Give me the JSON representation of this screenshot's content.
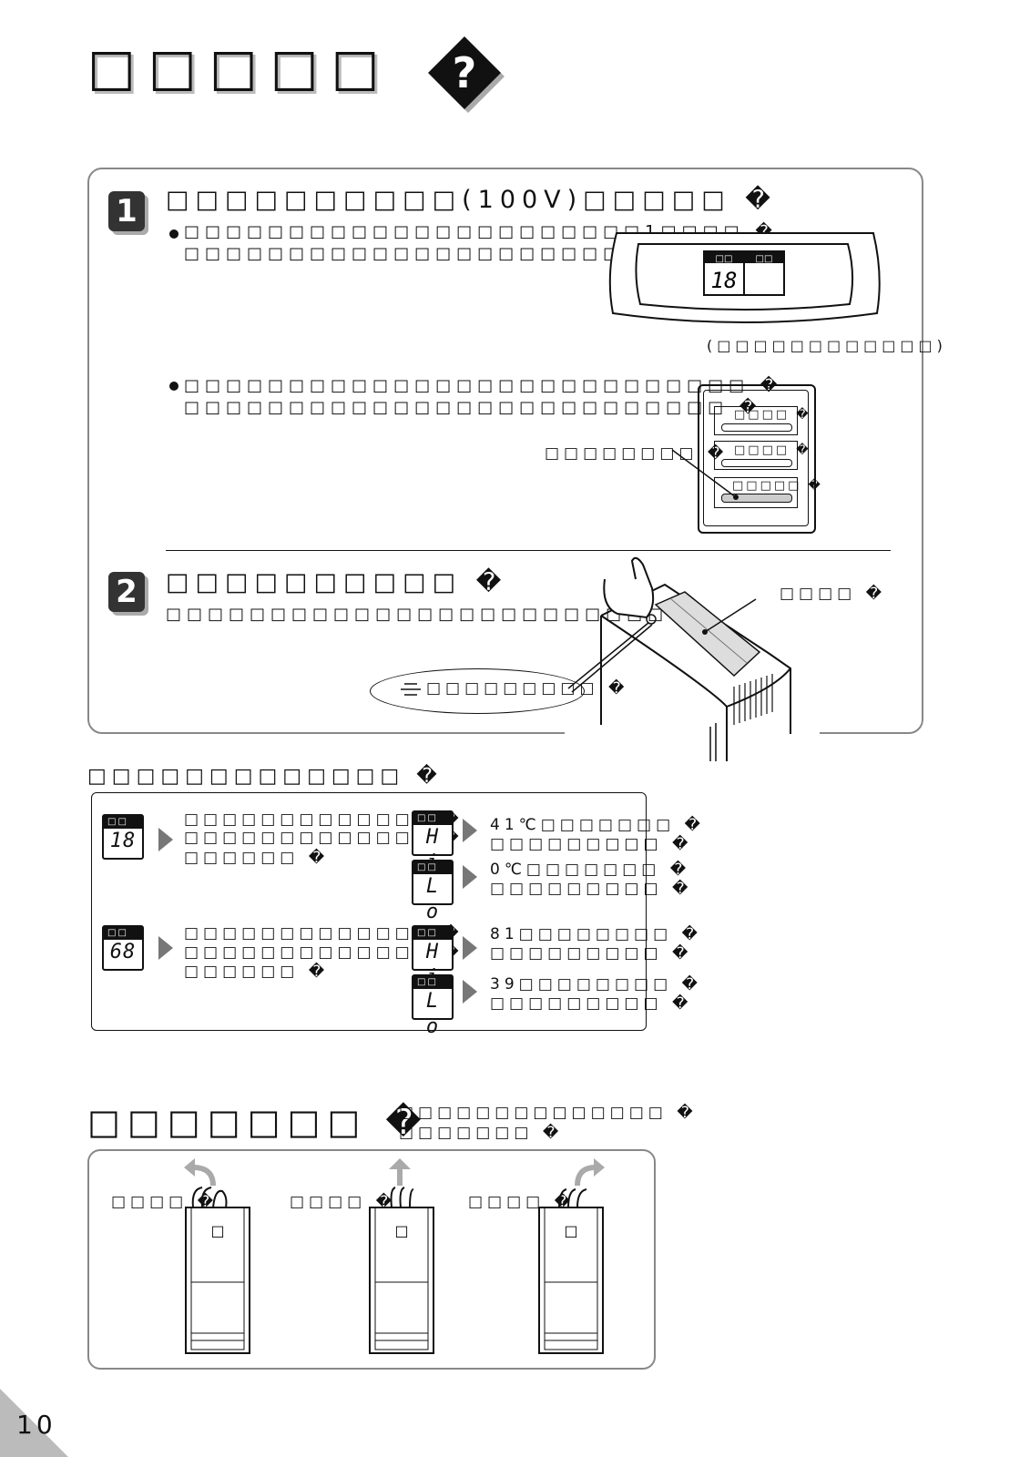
{
  "page": {
    "title": "□□□□□",
    "title_mark": "?",
    "page_number": "10"
  },
  "step1": {
    "badge": "1",
    "heading": "□□□□□□□□□□(100V)□□□□□ �",
    "bullet1": [
      "□□□□□□□□□□□□□□□□□□□□□□1□□□□ �",
      "□□□□□□□□□□□□□□□□□□□□□□□□□□□□□ �"
    ],
    "display": {
      "label_left": "□□",
      "label_right": "□□",
      "value": "18"
    },
    "display_caption": "(□□□□□□□□□□□□)",
    "bullet2": [
      "□□□□□□□□□□□□□□□□□□□□□□□□□□□ �",
      "□□□□□□□□□□□□□□□□□□□□□□□□□□ �"
    ],
    "panel_buttons": [
      "□□□□ �",
      "□□□□ �",
      "□□□□□ �"
    ],
    "panel_callout": "□□□□□□□□ �"
  },
  "step2": {
    "badge": "2",
    "heading": "□□□□□□□□□□ �",
    "body": "□□□□□□□□□□□□□□□□□□□□□□□□ �",
    "callout_right": "□□□□ �",
    "callout_oval": "□□□□□□□□□ �"
  },
  "display_table": {
    "heading": "□□□□□□□□□□□□□ �",
    "left": [
      {
        "bar": "□□",
        "value": "18",
        "lines": [
          "□□□□□□□□□□□□□ �",
          "□□□□□□□□□□□□□ �",
          "□□□□□□ �"
        ]
      },
      {
        "bar": "□□",
        "value": "68",
        "lines": [
          "□□□□□□□□□□□□□ �",
          "□□□□□□□□□□□□□ �",
          "□□□□□□ �"
        ]
      }
    ],
    "right": [
      {
        "bar": "□□",
        "value": "H i",
        "lines": [
          "41℃□□□□□□□ �",
          "□□□□□□□□□ �"
        ]
      },
      {
        "bar": "□□",
        "value": "L o",
        "lines": [
          "0℃□□□□□□□ �",
          "□□□□□□□□□ �"
        ]
      },
      {
        "bar": "□□",
        "value": "H i",
        "lines": [
          "81□□□□□□□□ �",
          "□□□□□□□□□ �"
        ]
      },
      {
        "bar": "□□",
        "value": "L o",
        "lines": [
          "39□□□□□□□□ �",
          "□□□□□□□□□ �"
        ]
      }
    ]
  },
  "airflow": {
    "heading": "□□□□□□□ �",
    "note": [
      "□□□□□□□□□□□□□□ �",
      "□□□□□□□ �"
    ],
    "units": [
      {
        "label": "□□□□ �",
        "unit_mark": "□",
        "direction": "back"
      },
      {
        "label": "□□□□ �",
        "unit_mark": "□",
        "direction": "up"
      },
      {
        "label": "□□□□ �",
        "unit_mark": "□",
        "direction": "forward"
      }
    ]
  },
  "colors": {
    "panel_border": "#888888",
    "badge": "#333333",
    "arrow": "#777777"
  }
}
